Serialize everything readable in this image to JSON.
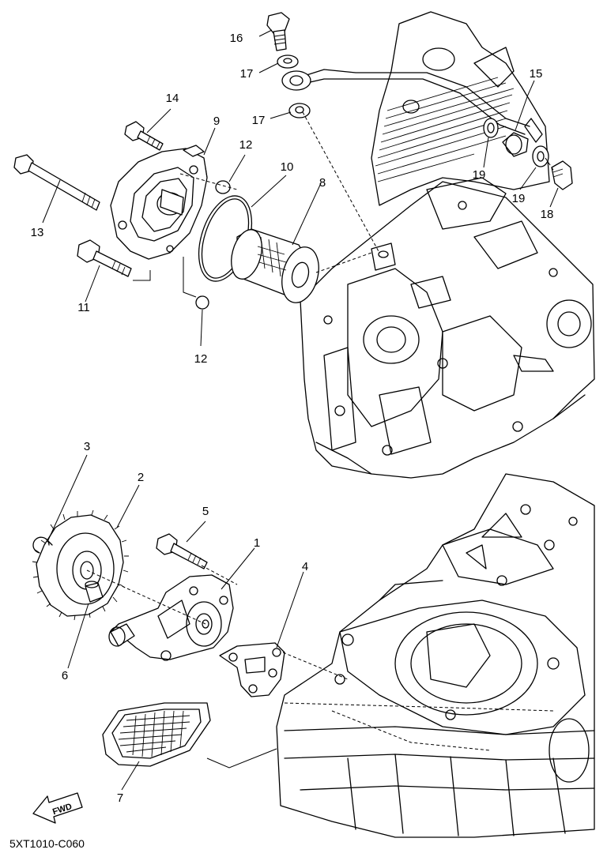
{
  "diagram_code": "5XT1010-C060",
  "fwd_label": "FWD",
  "callouts": [
    {
      "id": "c1",
      "text": "1"
    },
    {
      "id": "c2",
      "text": "2"
    },
    {
      "id": "c3",
      "text": "3"
    },
    {
      "id": "c4",
      "text": "4"
    },
    {
      "id": "c5",
      "text": "5"
    },
    {
      "id": "c6",
      "text": "6"
    },
    {
      "id": "c7",
      "text": "7"
    },
    {
      "id": "c8",
      "text": "8"
    },
    {
      "id": "c9",
      "text": "9"
    },
    {
      "id": "c10",
      "text": "10"
    },
    {
      "id": "c11",
      "text": "11"
    },
    {
      "id": "c12a",
      "text": "12"
    },
    {
      "id": "c12b",
      "text": "12"
    },
    {
      "id": "c13",
      "text": "13"
    },
    {
      "id": "c14",
      "text": "14"
    },
    {
      "id": "c15",
      "text": "15"
    },
    {
      "id": "c16",
      "text": "16"
    },
    {
      "id": "c17a",
      "text": "17"
    },
    {
      "id": "c17b",
      "text": "17"
    },
    {
      "id": "c18",
      "text": "18"
    },
    {
      "id": "c19a",
      "text": "19"
    },
    {
      "id": "c19b",
      "text": "19"
    }
  ]
}
